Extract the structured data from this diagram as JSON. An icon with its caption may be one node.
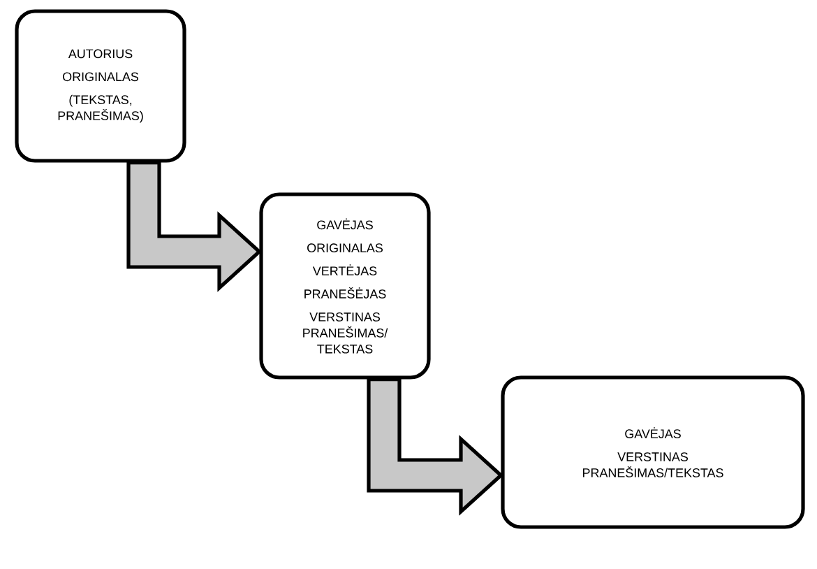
{
  "diagram": {
    "nodes": [
      {
        "text": [
          "AUTORIUS",
          "ORIGINALAS",
          "(TEKSTAS, PRANEŠIMAS)"
        ]
      },
      {
        "text": [
          "GAVĖJAS",
          "ORIGINALAS",
          "VERTĖJAS",
          "PRANEŠĖJAS",
          "VERSTINAS PRANEŠIMAS/ TEKSTAS"
        ]
      },
      {
        "text": [
          "GAVĖJAS",
          "VERSTINAS PRANEŠIMAS/TEKSTAS"
        ]
      }
    ],
    "edges": [
      {
        "from": 0,
        "to": 1,
        "arrow": "to"
      },
      {
        "from": 1,
        "to": 2,
        "arrow": "to"
      }
    ]
  }
}
